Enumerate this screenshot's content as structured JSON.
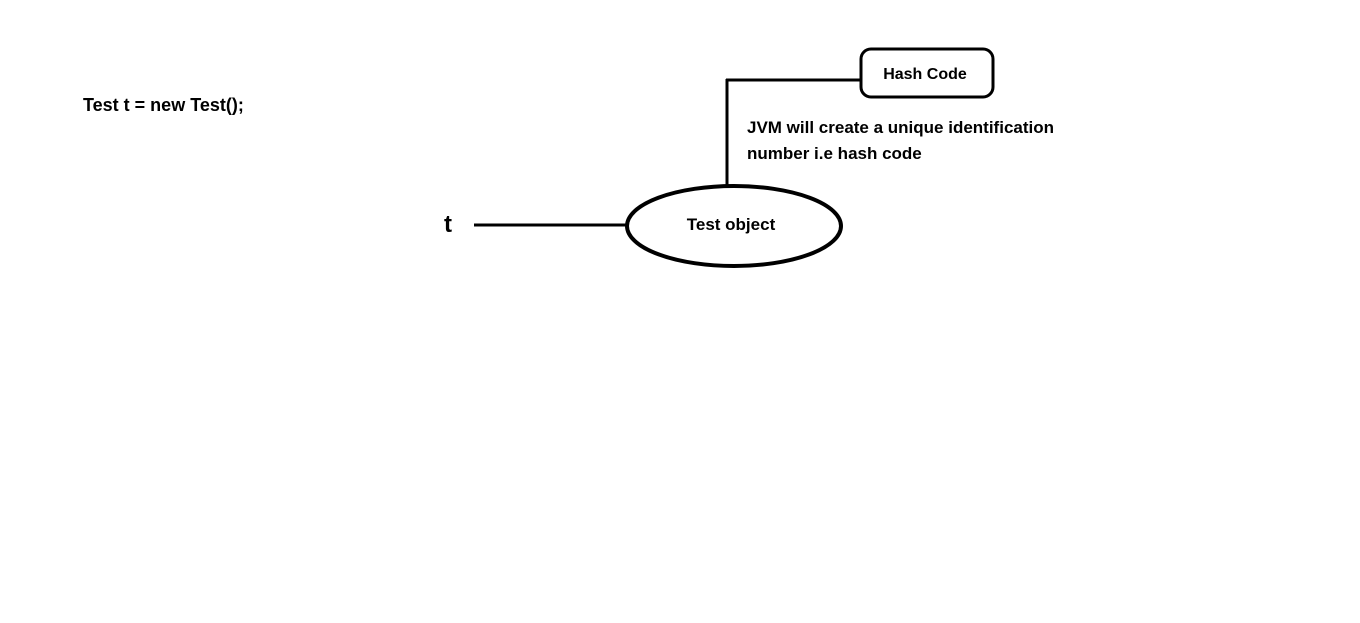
{
  "code_line": "Test t = new Test();",
  "reference_label": "t",
  "object_label": "Test object",
  "hash_box_label": "Hash Code",
  "annotation": {
    "line1": "JVM will create a unique identification",
    "line2": "number i.e hash code"
  },
  "colors": {
    "stroke": "#000000",
    "text": "#000000",
    "background": "#ffffff"
  }
}
